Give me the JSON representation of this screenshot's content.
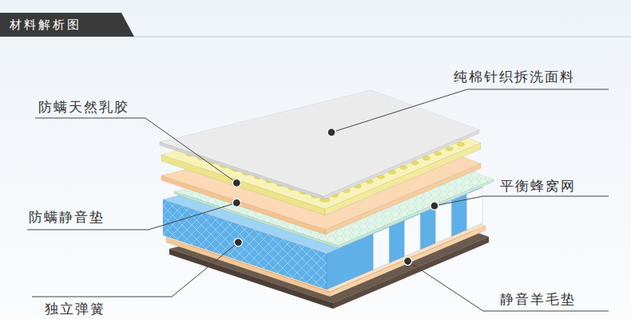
{
  "diagram": {
    "title": "材料解析图",
    "labels": [
      "纯棉针织拆洗面料",
      "防螨天然乳胶",
      "平衡蜂窝网",
      "防螨静音垫",
      "静音羊毛垫",
      "独立弹簧"
    ]
  }
}
